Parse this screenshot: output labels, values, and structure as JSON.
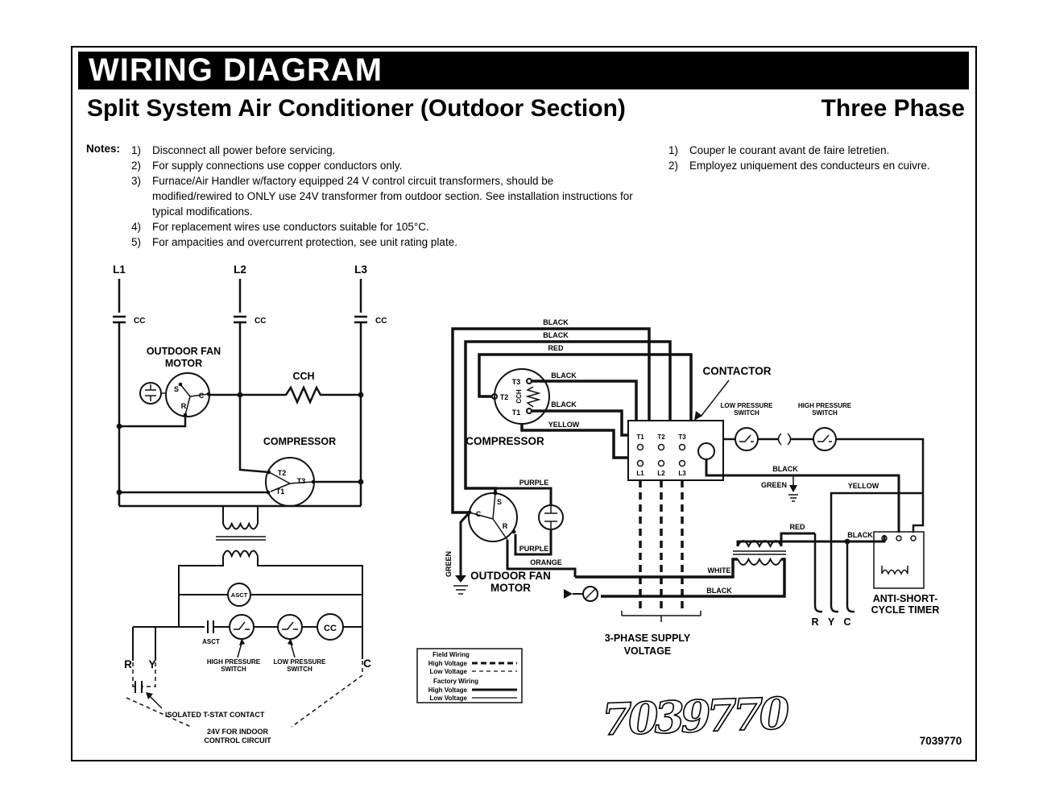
{
  "header": {
    "title": "WIRING DIAGRAM",
    "subtitle": "Split System Air Conditioner (Outdoor Section)",
    "phase": "Three Phase"
  },
  "notes": {
    "label": "Notes:",
    "english": [
      {
        "num": "1)",
        "text": "Disconnect all power before servicing."
      },
      {
        "num": "2)",
        "text": "For supply connections use copper conductors only."
      },
      {
        "num": "3)",
        "text": "Furnace/Air Handler w/factory equipped 24 V control circuit transformers, should be modified/rewired to ONLY use 24V transformer from outdoor section. See installation instructions for typical modifications."
      },
      {
        "num": "4)",
        "text": "For replacement wires use conductors suitable for 105°C."
      },
      {
        "num": "5)",
        "text": "For ampacities and overcurrent protection, see unit rating plate."
      }
    ],
    "french": [
      {
        "num": "1)",
        "text": "Couper le courant avant de faire letretien."
      },
      {
        "num": "2)",
        "text": "Employez uniquement des conducteurs en cuivre."
      }
    ]
  },
  "schematic": {
    "l1": "L1",
    "l2": "L2",
    "l3": "L3",
    "cc_1": "CC",
    "cc_2": "CC",
    "cc_3": "CC",
    "fan_title_1": "OUTDOOR FAN",
    "fan_title_2": "MOTOR",
    "fan_s": "S",
    "fan_c": "C",
    "fan_r": "R",
    "cch": "CCH",
    "compressor": "COMPRESSOR",
    "t1": "T1",
    "t2": "T2",
    "t3": "T3",
    "asct_coil": "ASCT",
    "asct_contact": "ASCT",
    "hp_1": "HIGH PRESSURE",
    "hp_2": "SWITCH",
    "lp_1": "LOW PRESSURE",
    "lp_2": "SWITCH",
    "cc_coil": "CC",
    "term_r": "R",
    "term_y": "Y",
    "term_c": "C",
    "tstat": "ISOLATED T-STAT CONTACT",
    "indoor_1": "24V FOR INDOOR",
    "indoor_2": "CONTROL CIRCUIT"
  },
  "connection": {
    "compressor": "COMPRESSOR",
    "t1": "T1",
    "t2": "T2",
    "t3": "T3",
    "cch": "CCH",
    "w_black_1": "BLACK",
    "w_black_2": "BLACK",
    "w_red_1": "RED",
    "w_black_3": "BLACK",
    "w_black_4": "BLACK",
    "w_yellow_1": "YELLOW",
    "contactor": "CONTACTOR",
    "ct1": "T1",
    "ct2": "T2",
    "ct3": "T3",
    "cl1": "L1",
    "cl2": "L2",
    "cl3": "L3",
    "lp_1": "LOW PRESSURE",
    "lp_2": "SWITCH",
    "hp_1": "HIGH PRESSURE",
    "hp_2": "SWITCH",
    "w_black_5": "BLACK",
    "w_green_1": "GREEN",
    "w_yellow_2": "YELLOW",
    "fan_c": "C",
    "fan_s": "S",
    "fan_r": "R",
    "w_purple_1": "PURPLE",
    "w_purple_2": "PURPLE",
    "w_orange": "ORANGE",
    "w_green_2": "GREEN",
    "fan_title_1": "OUTDOOR FAN",
    "fan_title_2": "MOTOR",
    "supply_1": "3-PHASE SUPPLY",
    "supply_2": "VOLTAGE",
    "w_white": "WHITE",
    "w_black_6": "BLACK",
    "w_red_2": "RED",
    "w_black_7": "BLACK",
    "timer_1": "ANTI-SHORT-",
    "timer_2": "CYCLE TIMER",
    "term_r": "R",
    "term_y": "Y",
    "term_c": "C"
  },
  "legend": {
    "field": "Field Wiring",
    "field_high": "High Voltage",
    "field_low": "Low Voltage",
    "factory": "Factory Wiring",
    "factory_high": "High Voltage",
    "factory_low": "Low Voltage"
  },
  "footer": {
    "stamp": "7039770",
    "part_number": "7039770"
  }
}
